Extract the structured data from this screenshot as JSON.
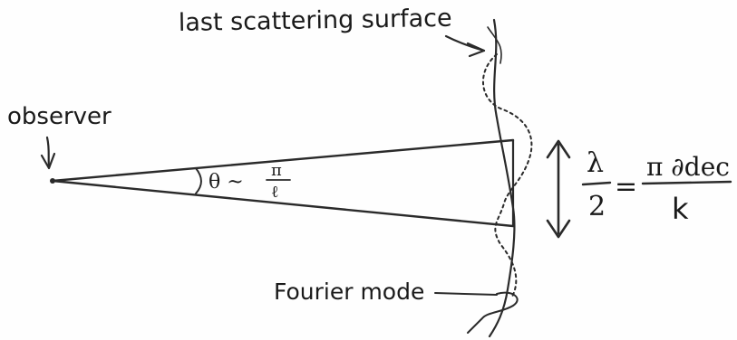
{
  "labels": {
    "surface": "last scattering surface",
    "observer": "observer",
    "theta": "θ ~",
    "theta_num": "π",
    "theta_den": "ℓ",
    "mode": "Fourier mode",
    "lambda_num": "λ",
    "lambda_den": "2",
    "equals": "=",
    "rhs_num": "π ∂dec",
    "rhs_den": "k"
  },
  "colors": {
    "ink": "#2a2a2a",
    "paper": "#fefefe"
  },
  "icons": {
    "observer_arrow": "down-arrow-icon",
    "double_arrow": "double-headed-arrow-icon"
  }
}
